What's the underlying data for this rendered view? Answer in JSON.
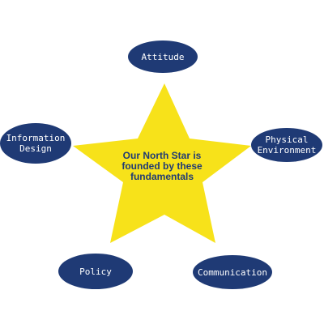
{
  "colors": {
    "star_fill": "#f7e21a",
    "oval_fill": "#1f3a75",
    "oval_text": "#ffffff",
    "center_text": "#1f3a75",
    "background": "#ffffff"
  },
  "diagram": {
    "center": {
      "text": "Our North Star is founded by these fundamentals"
    },
    "nodes": [
      {
        "label": "Attitude"
      },
      {
        "label": "Physical\nEnvironment"
      },
      {
        "label": "Communication"
      },
      {
        "label": "Policy"
      },
      {
        "label": "Information\nDesign"
      }
    ]
  }
}
